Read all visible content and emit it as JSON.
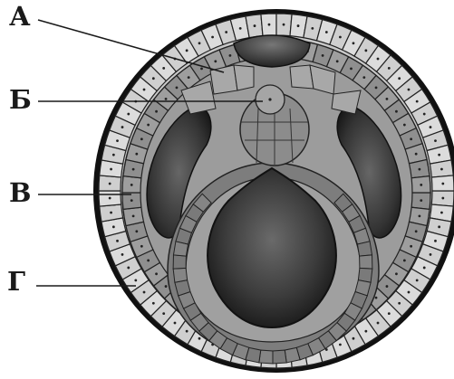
{
  "labels": {
    "a": "А",
    "b": "Б",
    "v": "В",
    "g": "Г"
  },
  "colors": {
    "outer_layer": "#dcdcdc",
    "outer_layer_alt": "#cfcfcf",
    "middle_layer": "#9e9e9e",
    "middle_layer_alt": "#8f8f8f",
    "inner_layer": "#7b7b7b",
    "cavity_center": "#5a5a5a",
    "cavity_edge": "#1c1c1c",
    "outline": "#222222",
    "leader_line": "#1a1a1a",
    "background": "#ffffff"
  },
  "icons": {
    "cell": "cell-shape",
    "nucleus": "nucleus-dot"
  }
}
